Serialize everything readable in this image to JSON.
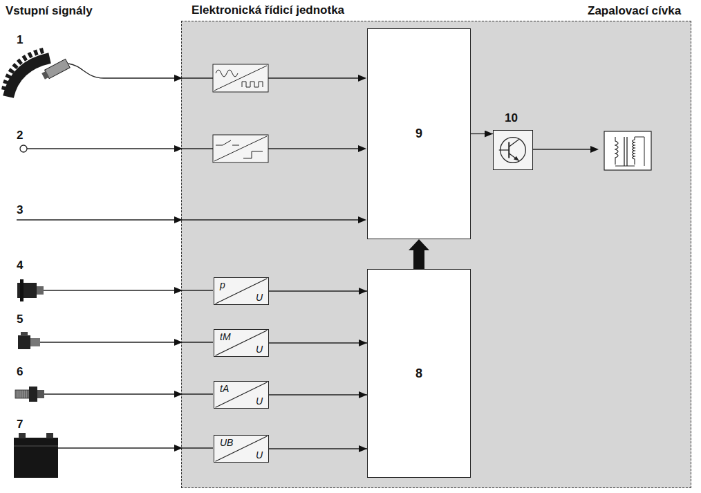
{
  "diagram": {
    "nodes": [
      {
        "text": [
          "Elektronická řídicí jednotka"
        ]
      },
      {
        "text": [
          "9"
        ],
        "in": 0
      },
      {
        "text": [
          "10"
        ],
        "in": 0
      },
      {
        "text": [
          "p",
          "U"
        ],
        "in": 0
      },
      {
        "text": [
          "tM",
          "U"
        ],
        "in": 0
      },
      {
        "text": [
          "tA",
          "U"
        ],
        "in": 0
      },
      {
        "text": [
          "UB",
          "U"
        ],
        "in": 0
      },
      {
        "text": [
          "8"
        ],
        "in": 0
      }
    ],
    "edges": [
      {
        "from": 3,
        "to": 7,
        "arrow": "to"
      },
      {
        "from": 4,
        "to": 7,
        "arrow": "to"
      },
      {
        "from": 5,
        "to": 7,
        "arrow": "to"
      },
      {
        "from": 6,
        "to": 7,
        "arrow": "to"
      },
      {
        "from": 7,
        "to": 1,
        "arrow": "to"
      },
      {
        "from": 1,
        "to": 2,
        "arrow": "to"
      }
    ],
    "labels": [
      "Vstupní signály",
      "Zapalovací cívka",
      "1",
      "2",
      "3",
      "4",
      "5",
      "6",
      "7"
    ]
  }
}
